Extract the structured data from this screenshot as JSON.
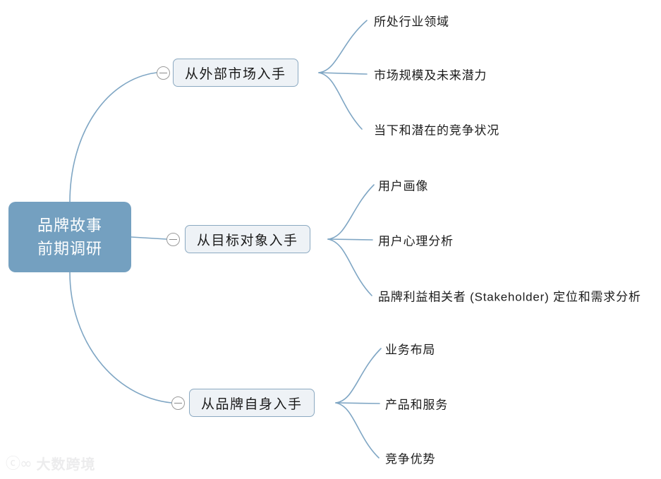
{
  "diagram": {
    "type": "mindmap",
    "title": "品牌故事前期调研",
    "colors": {
      "root_fill": "#74a0c0",
      "root_text": "#ffffff",
      "branch_fill": "#eef2f6",
      "branch_border": "#8ba9c1",
      "edge": "#7fa6c4",
      "leaf_text": "#1c1c1c",
      "background": "#ffffff",
      "toggle_stroke": "#9a9a9a"
    },
    "root": {
      "lines": [
        "品牌故事",
        "前期调研"
      ]
    },
    "branches": [
      {
        "label": "从外部市场入手",
        "toggle_icon": "minus-circle-icon",
        "collapsed": false,
        "children": [
          {
            "label": "所处行业领域"
          },
          {
            "label": "市场规模及未来潜力"
          },
          {
            "label": "当下和潜在的竞争状况"
          }
        ]
      },
      {
        "label": "从目标对象入手",
        "toggle_icon": "minus-circle-icon",
        "collapsed": false,
        "children": [
          {
            "label": "用户画像"
          },
          {
            "label": "用户心理分析"
          },
          {
            "label": "品牌利益相关者 (Stakeholder) 定位和需求分析"
          }
        ]
      },
      {
        "label": "从品牌自身入手",
        "toggle_icon": "minus-circle-icon",
        "collapsed": false,
        "children": [
          {
            "label": "业务布局"
          },
          {
            "label": "产品和服务"
          },
          {
            "label": "竞争优势"
          }
        ]
      }
    ]
  },
  "watermark": {
    "mark": "ⓒ∞",
    "text": "大数跨境"
  }
}
